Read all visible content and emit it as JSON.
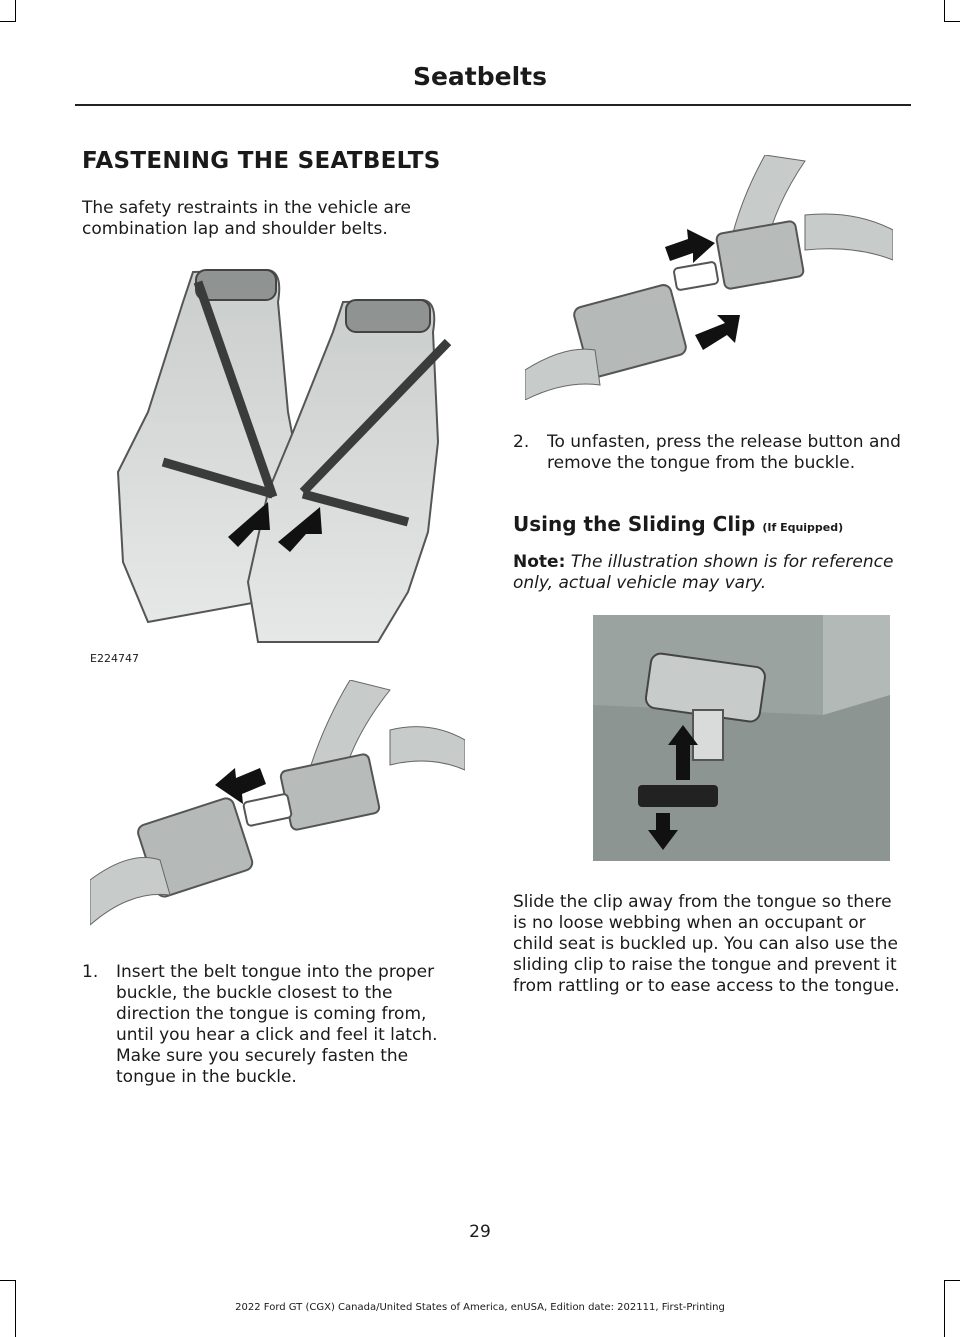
{
  "header": {
    "title": "Seatbelts"
  },
  "section": {
    "heading": "FASTENING THE SEATBELTS",
    "intro": "The safety restraints in the vehicle are combination lap and shoulder belts."
  },
  "figures": {
    "seats_id": "E224747"
  },
  "steps": [
    {
      "num": "1.",
      "text": "Insert the belt tongue into the proper buckle, the buckle closest to the direction the tongue is coming from, until you hear a click and feel it latch. Make sure you securely fasten the tongue in the buckle."
    },
    {
      "num": "2.",
      "text": "To unfasten, press the release button and remove the tongue from the buckle."
    }
  ],
  "sliding_clip": {
    "heading": "Using the Sliding Clip",
    "qualifier": "(If Equipped)",
    "note_label": "Note:",
    "note_text": "The illustration shown is for reference only, actual vehicle may vary.",
    "body": "Slide the clip away from the tongue so there is no loose webbing when an occupant or child seat is buckled up. You can also use the sliding clip to raise the tongue and prevent it from rattling or to ease access to the tongue."
  },
  "page_number": "29",
  "footer": "2022 Ford GT (CGX) Canada/United States of America, enUSA, Edition date: 202111, First-Printing"
}
